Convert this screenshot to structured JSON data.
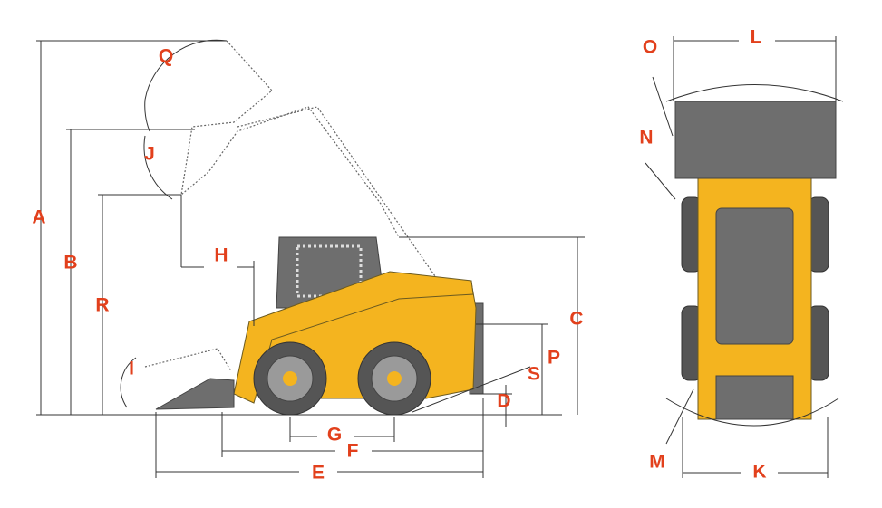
{
  "title": "Skid steer loader dimensions diagram",
  "colors": {
    "label": "#e2401c",
    "body": "#f4b41f",
    "dark": "#6e6e6e"
  },
  "labels": {
    "A": "A",
    "B": "B",
    "C": "C",
    "D": "D",
    "E": "E",
    "F": "F",
    "G": "G",
    "H": "H",
    "I": "I",
    "J": "J",
    "K": "K",
    "L": "L",
    "M": "M",
    "N": "N",
    "O": "O",
    "P": "P",
    "Q": "Q",
    "R": "R",
    "S": "S"
  }
}
